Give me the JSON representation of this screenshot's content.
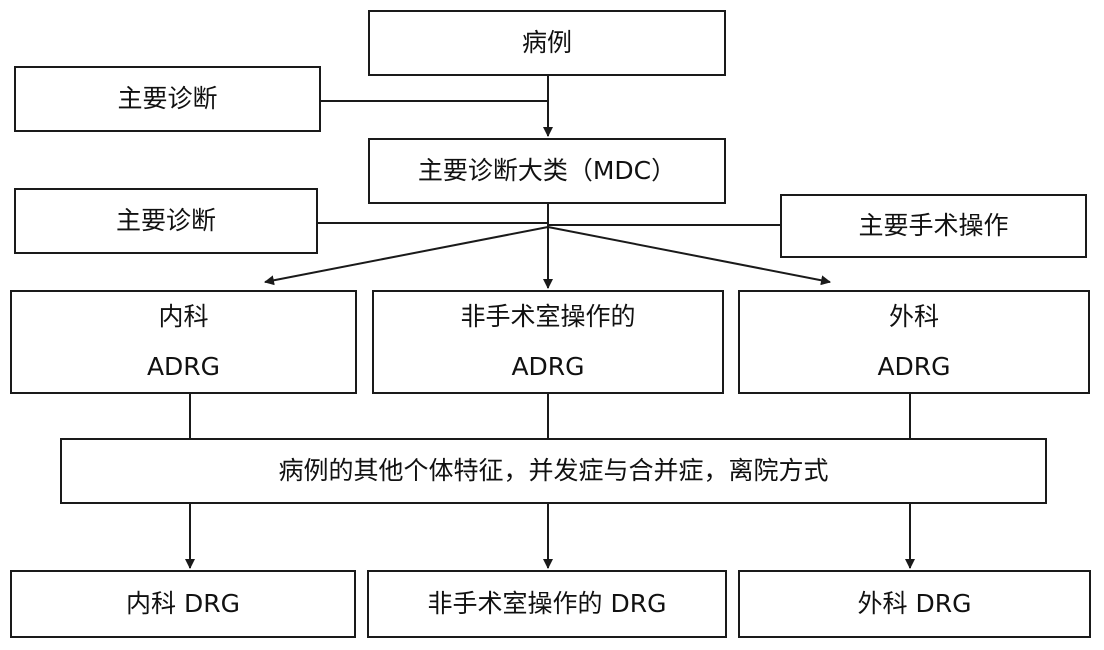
{
  "diagram": {
    "case": "病例",
    "principal_diagnosis_1": "主要诊断",
    "mdc": "主要诊断大类（MDC）",
    "principal_diagnosis_2": "主要诊断",
    "principal_procedure": "主要手术操作",
    "adrg_medical": {
      "name": "内科",
      "code": "ADRG"
    },
    "adrg_nonsurgical": {
      "name": "非手术室操作的",
      "code": "ADRG"
    },
    "adrg_surgical": {
      "name": "外科",
      "code": "ADRG"
    },
    "features": "病例的其他个体特征，并发症与合并症，离院方式",
    "drg_medical": "内科 DRG",
    "drg_nonsurgical": "非手术室操作的 DRG",
    "drg_surgical": "外科 DRG"
  },
  "style": {
    "line_color": "#1a1a1a",
    "box_border": "#1a1a1a",
    "background": "#ffffff"
  }
}
